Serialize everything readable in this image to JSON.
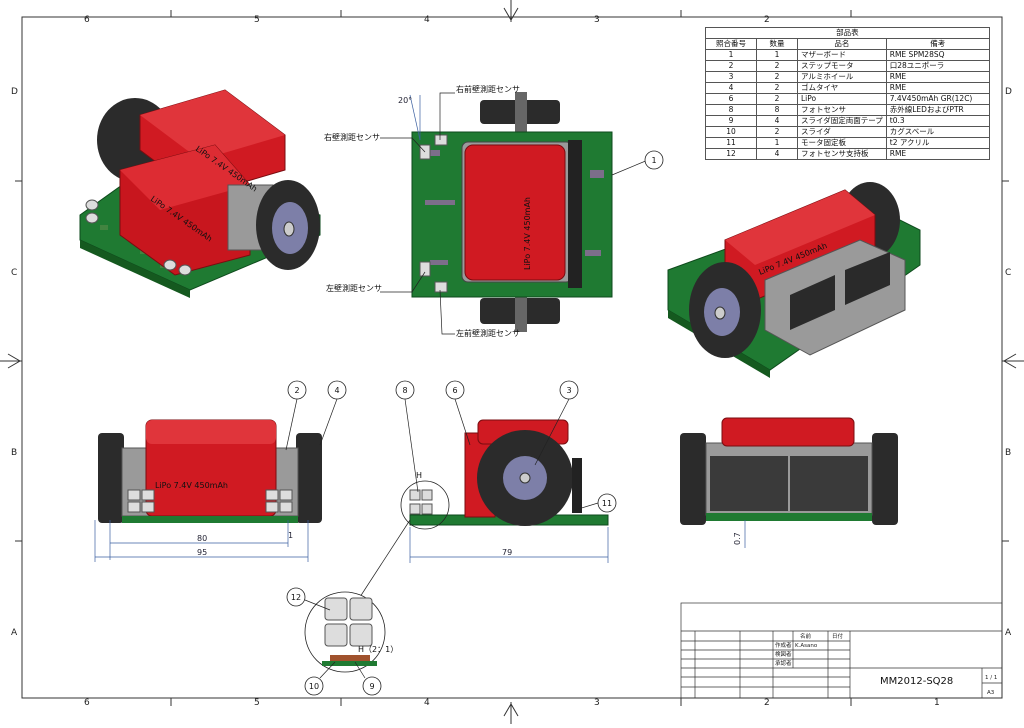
{
  "border": {
    "top_numbers": [
      "6",
      "5",
      "4",
      "3",
      "2"
    ],
    "bottom_numbers": [
      "6",
      "5",
      "4",
      "3",
      "2",
      "1"
    ],
    "left_letters": [
      "D",
      "C",
      "B",
      "A"
    ],
    "right_letters": [
      "D",
      "C",
      "B",
      "A"
    ]
  },
  "bom": {
    "title": "部品表",
    "headers": [
      "照合番号",
      "数量",
      "品名",
      "備考"
    ],
    "rows": [
      [
        "1",
        "1",
        "マザーボード",
        "RME SPM28SQ"
      ],
      [
        "2",
        "2",
        "ステップモータ",
        "口28ユニポーラ"
      ],
      [
        "3",
        "2",
        "アルミホイール",
        "RME"
      ],
      [
        "4",
        "2",
        "ゴムタイヤ",
        "RME"
      ],
      [
        "6",
        "2",
        "LiPo",
        "7.4V450mAh GR(12C)"
      ],
      [
        "8",
        "8",
        "フォトセンサ",
        "赤外線LEDおよびPTR"
      ],
      [
        "9",
        "4",
        "スライダ固定両面テープ",
        "t0.3"
      ],
      [
        "10",
        "2",
        "スライダ",
        "カグスベール"
      ],
      [
        "11",
        "1",
        "モータ固定板",
        "t2 アクリル"
      ],
      [
        "12",
        "4",
        "フォトセンサ支持板",
        "RME"
      ]
    ]
  },
  "labels": {
    "right_front_sensor": "右前壁測距センサ",
    "right_sensor": "右壁測距センサ",
    "left_sensor": "左壁測距センサ",
    "left_front_sensor": "左前壁測距センサ",
    "angle": "20°",
    "battery_text": "LiPo 7.4V 450mAh",
    "detail_h": "H",
    "detail_h_scale": "H（2：1）"
  },
  "callouts": {
    "c1": "1",
    "c2": "2",
    "c4": "4",
    "c8": "8",
    "c6": "6",
    "c3": "3",
    "c11": "11",
    "c12": "12",
    "c10": "10",
    "c9": "9"
  },
  "dimensions": {
    "d80": "80",
    "d95": "95",
    "d79": "79",
    "d07": "0.7"
  },
  "title_block": {
    "col_name": "名前",
    "col_date": "日付",
    "row_author": "作成者",
    "row_checked": "検図者",
    "row_approved": "承認者",
    "author_name": "K.Asano",
    "drawing_no": "MM2012-SQ28",
    "sheet": "1 / 1",
    "size": "A3"
  },
  "colors": {
    "battery_red": "#d01a22",
    "pcb_green": "#1f7a32",
    "wheel_black": "#2b2b2b",
    "hub_blue": "#7d7fa8",
    "motor_gray": "#9a9a9a"
  }
}
